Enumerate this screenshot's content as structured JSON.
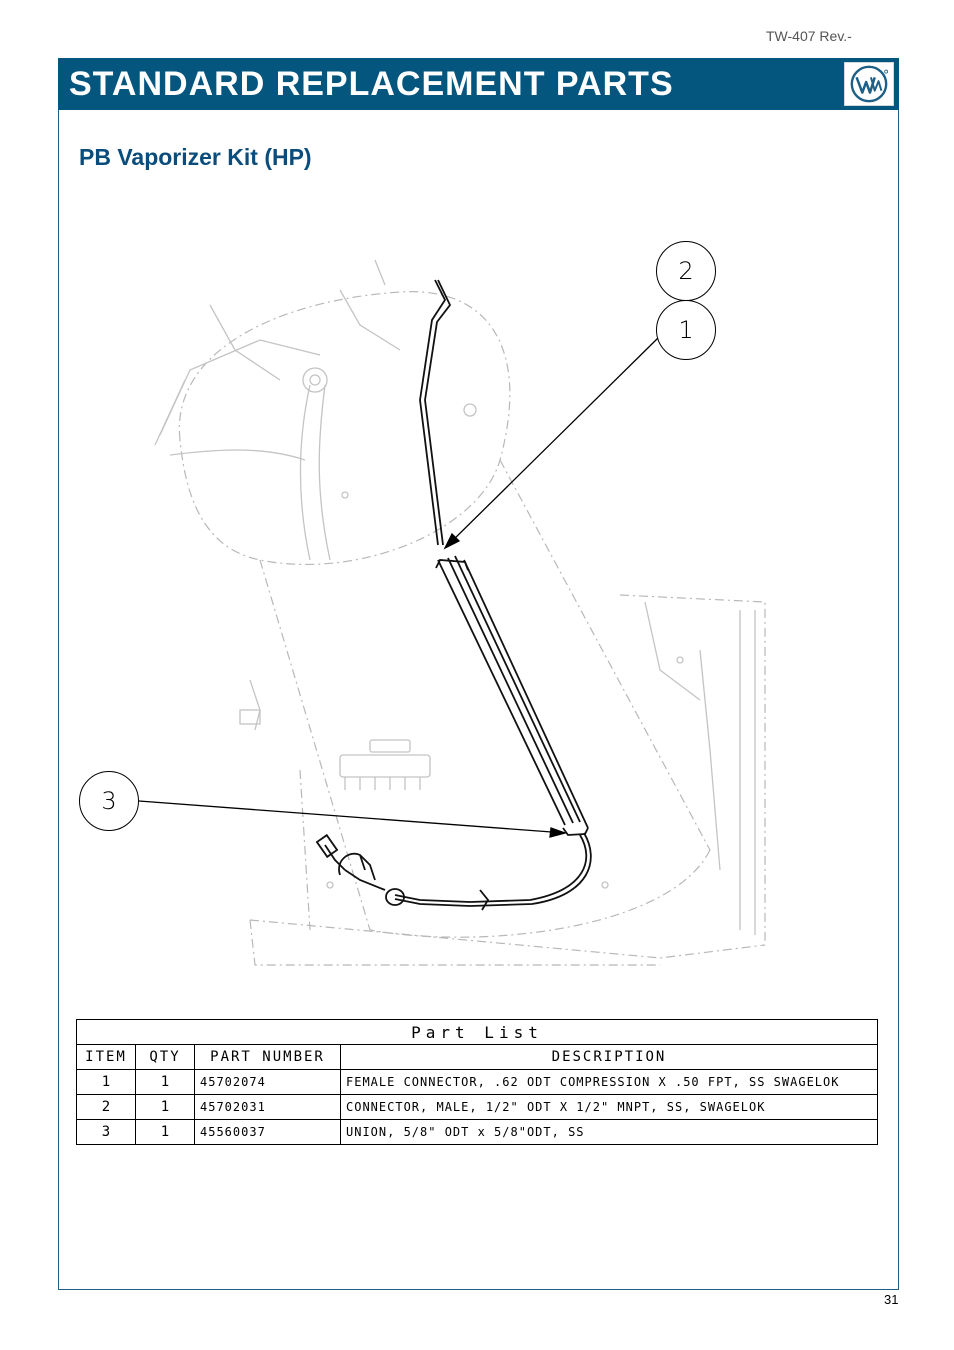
{
  "header": {
    "doc_id": "TW-407 Rev.-",
    "title": "STANDARD REPLACEMENT PARTS",
    "logo_icon": "tw-logo-icon",
    "accent_color": "#04567f"
  },
  "section": {
    "title": "PB Vaporizer Kit (HP)"
  },
  "drawing": {
    "callouts": [
      "2",
      "1",
      "3"
    ]
  },
  "parts_list": {
    "caption": "Part List",
    "columns": [
      "ITEM",
      "QTY",
      "PART NUMBER",
      "DESCRIPTION"
    ],
    "rows": [
      {
        "item": "1",
        "qty": "1",
        "part_number": "45702074",
        "description": "FEMALE CONNECTOR, .62 ODT COMPRESSION X .50 FPT, SS SWAGELOK"
      },
      {
        "item": "2",
        "qty": "1",
        "part_number": "45702031",
        "description": "CONNECTOR, MALE, 1/2\" ODT X 1/2\" MNPT, SS, SWAGELOK"
      },
      {
        "item": "3",
        "qty": "1",
        "part_number": "45560037",
        "description": "UNION, 5/8\" ODT x 5/8\"ODT, SS"
      }
    ]
  },
  "footer": {
    "page_number": "31"
  }
}
